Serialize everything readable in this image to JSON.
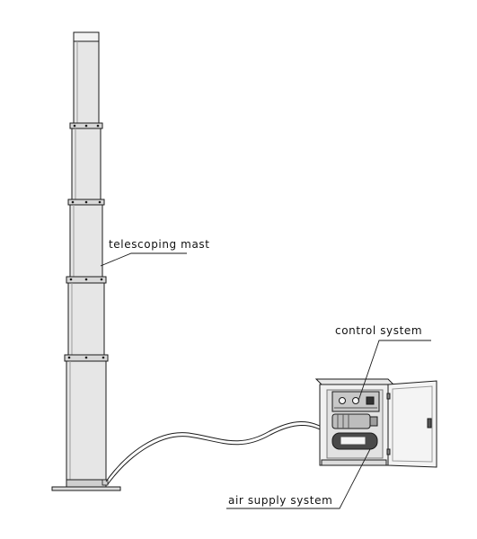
{
  "labels": {
    "mast": "telescoping mast",
    "control": "control system",
    "air": "air supply system"
  },
  "colors": {
    "ink": "#1a1a1a",
    "tube_fill": "#e6e6e6",
    "cabinet_fill": "#f1f1f1",
    "panel_fill": "#c8c8c8"
  }
}
